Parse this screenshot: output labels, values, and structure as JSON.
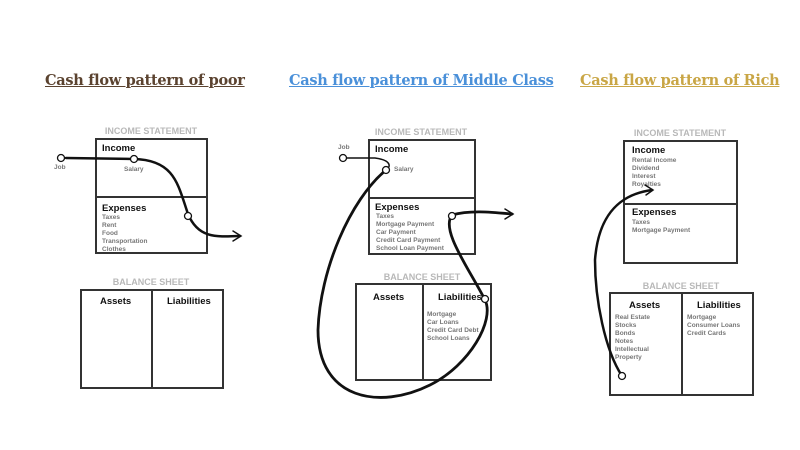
{
  "colors": {
    "poor": "#5b4330",
    "middle": "#4a90d9",
    "rich": "#c9a646"
  },
  "panels": [
    {
      "title": "Cash flow pattern of poor",
      "income_statement": "INCOME STATEMENT",
      "income": "Income",
      "income_items": [
        "Salary"
      ],
      "expenses": "Expenses",
      "expense_items": [
        "Taxes",
        "Rent",
        "Food",
        "Transportation",
        "Clothes"
      ],
      "balance_sheet": "BALANCE SHEET",
      "assets": "Assets",
      "asset_items": [],
      "liabilities": "Liabilities",
      "liability_items": [],
      "source": "Job"
    },
    {
      "title": "Cash flow pattern of Middle Class",
      "income_statement": "INCOME STATEMENT",
      "income": "Income",
      "income_items": [
        "Salary"
      ],
      "expenses": "Expenses",
      "expense_items": [
        "Taxes",
        "Mortgage Payment",
        "Car Payment",
        "Credit Card Payment",
        "School Loan Payment"
      ],
      "balance_sheet": "BALANCE SHEET",
      "assets": "Assets",
      "asset_items": [],
      "liabilities": "Liabilities",
      "liability_items": [
        "Mortgage",
        "Car Loans",
        "Credit Card Debt",
        "School Loans"
      ],
      "source": "Job"
    },
    {
      "title": "Cash flow pattern of Rich",
      "income_statement": "INCOME STATEMENT",
      "income": "Income",
      "income_items": [
        "Rental Income",
        "Dividend",
        "Interest",
        "Royalties"
      ],
      "expenses": "Expenses",
      "expense_items": [
        "Taxes",
        "Mortgage Payment"
      ],
      "balance_sheet": "BALANCE SHEET",
      "assets": "Assets",
      "asset_items": [
        "Real Estate",
        "Stocks",
        "Bonds",
        "Notes",
        "Intellectual",
        "Property"
      ],
      "liabilities": "Liabilities",
      "liability_items": [
        "Mortgage",
        "Consumer Loans",
        "Credit Cards"
      ]
    }
  ]
}
